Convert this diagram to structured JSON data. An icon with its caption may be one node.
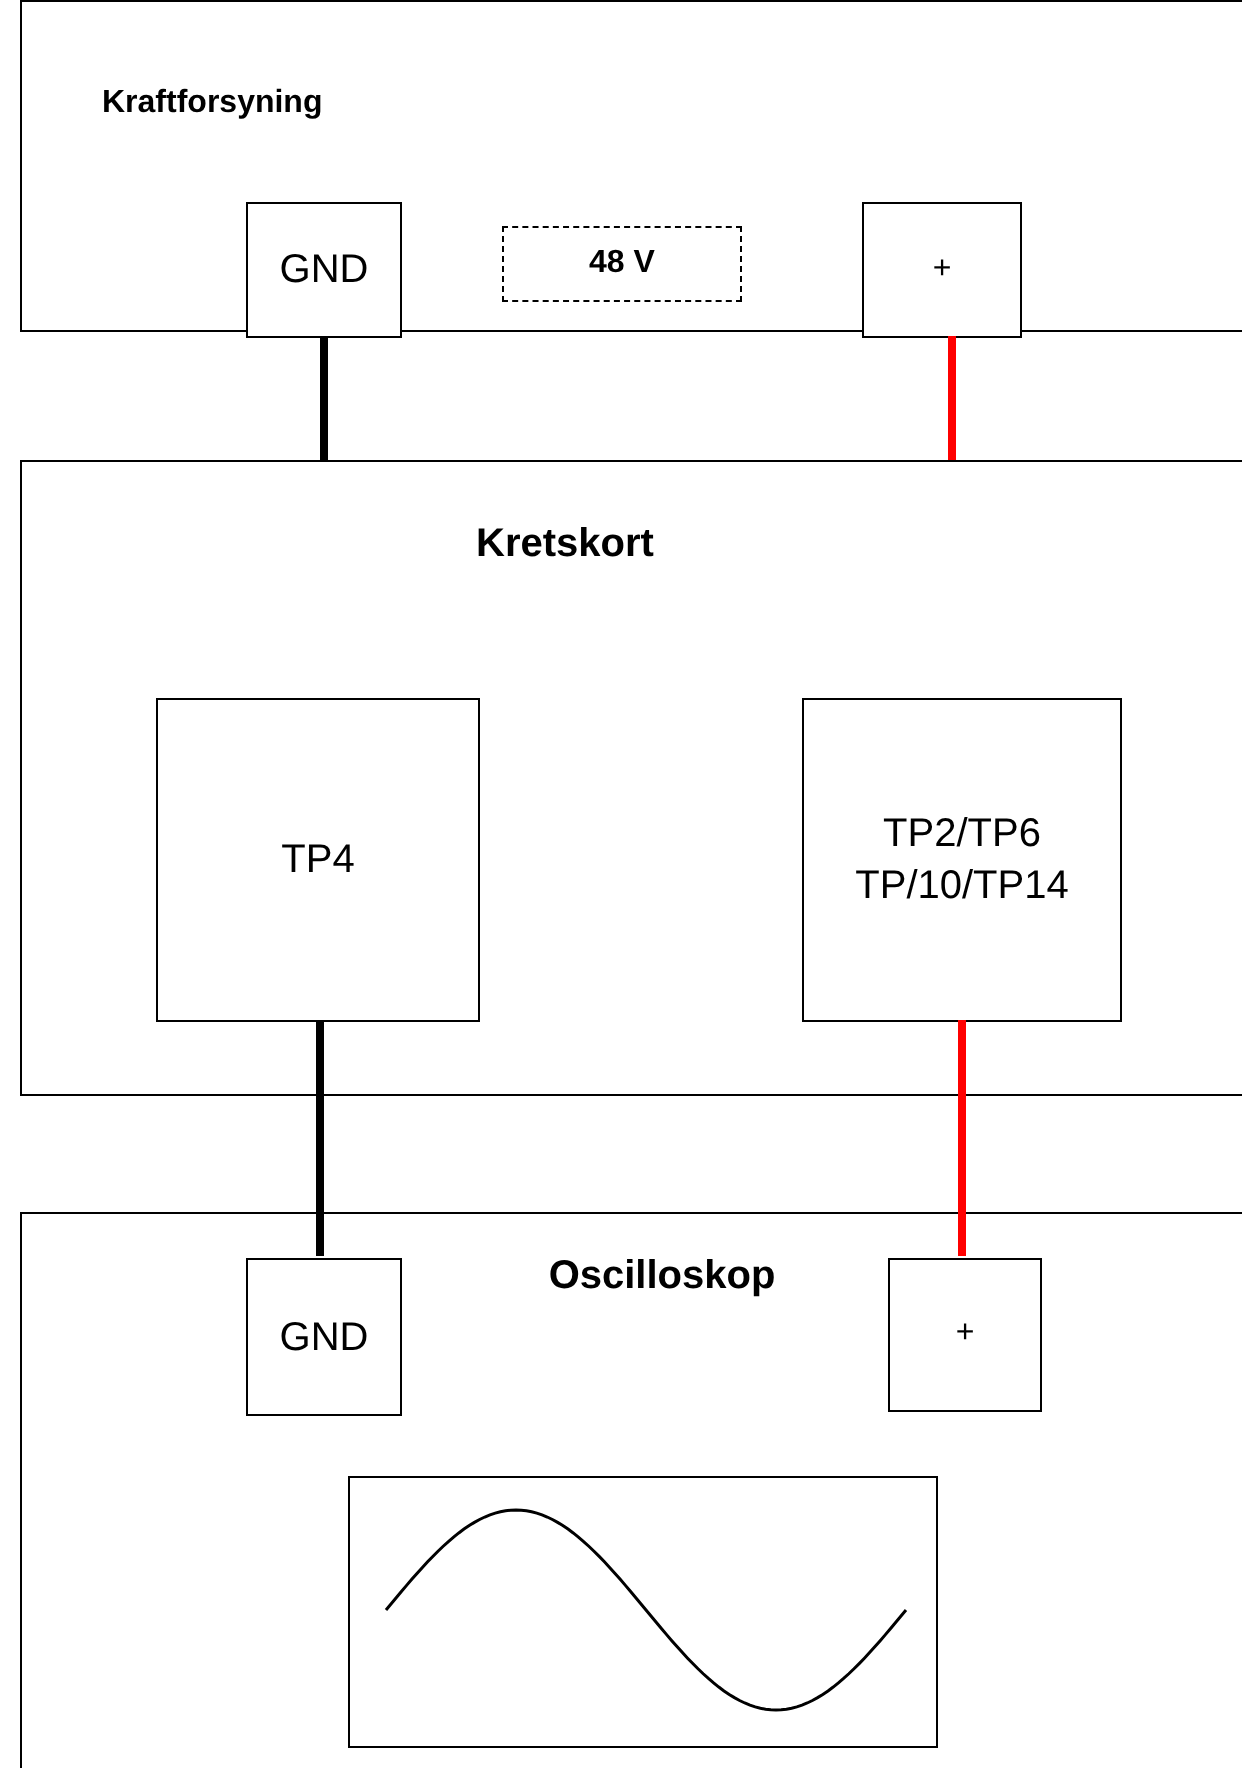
{
  "diagram": {
    "nodes": [
      {
        "text": [
          "Kraftforsyning"
        ]
      },
      {
        "text": [
          "GND"
        ],
        "in": 0
      },
      {
        "text": [
          "48 V"
        ],
        "in": 0
      },
      {
        "text": [
          "+"
        ],
        "in": 0
      },
      {
        "text": [
          "Kretskort"
        ]
      },
      {
        "text": [
          "TP4"
        ],
        "in": 4
      },
      {
        "text": [
          "TP2/TP6 TP/10/TP14"
        ],
        "in": 4
      },
      {
        "text": [
          "Oscilloskop"
        ]
      },
      {
        "text": [
          "GND"
        ],
        "in": 7
      },
      {
        "text": [
          "+"
        ],
        "in": 7
      },
      {
        "text": [],
        "shape": "picture",
        "in": 7
      }
    ],
    "edges": [
      {
        "from": 1,
        "to": 4,
        "arrow": "none"
      },
      {
        "from": 3,
        "to": 4,
        "arrow": "none",
        "color": "#ff0000"
      },
      {
        "from": 5,
        "to": 8,
        "arrow": "none"
      },
      {
        "from": 6,
        "to": 9,
        "arrow": "none",
        "color": "#ff0000"
      }
    ]
  }
}
